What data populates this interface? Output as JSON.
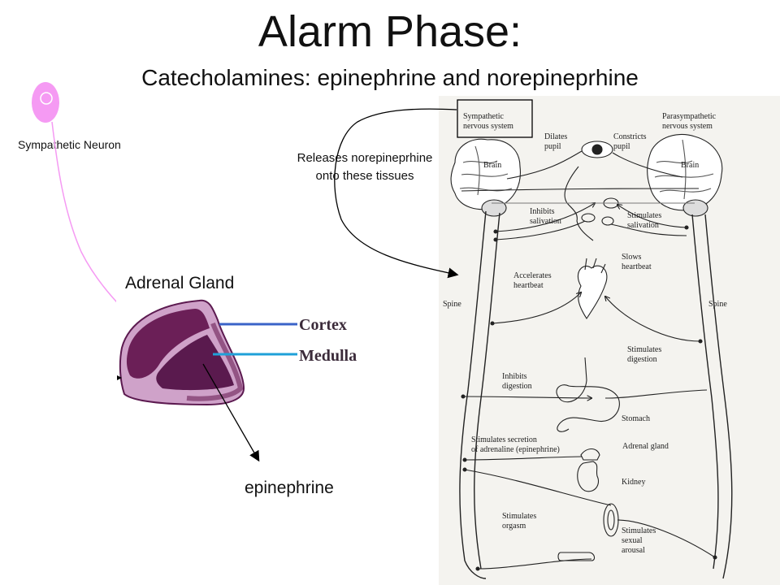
{
  "title": "Alarm Phase:",
  "subtitle": "Catecholamines: epinephrine and norepineprhine",
  "neuron": {
    "label": "Sympathetic Neuron"
  },
  "releases": {
    "line1": "Releases norepineprhine",
    "line2": "onto these tissues"
  },
  "adrenal": {
    "label": "Adrenal Gland",
    "cortex_label": "Cortex",
    "medulla_label": "Medulla",
    "output_label": "epinephrine"
  },
  "ans_diagram": {
    "sympathetic_box_line1": "Sympathetic",
    "sympathetic_box_line2": "nervous system",
    "parasympathetic_line1": "Parasympathetic",
    "parasympathetic_line2": "nervous system",
    "brain_left": "Brain",
    "brain_right": "Brain",
    "spine_left": "Spine",
    "spine_right": "Spine",
    "dilates_1": "Dilates",
    "dilates_2": "pupil",
    "constricts_1": "Constricts",
    "constricts_2": "pupil",
    "inhibits_sal_1": "Inhibits",
    "inhibits_sal_2": "salivation",
    "stim_sal_1": "Stimulates",
    "stim_sal_2": "salivation",
    "slows_1": "Slows",
    "slows_2": "heartbeat",
    "accel_1": "Accelerates",
    "accel_2": "heartbeat",
    "stim_dig_1": "Stimulates",
    "stim_dig_2": "digestion",
    "inhib_dig_1": "Inhibits",
    "inhib_dig_2": "digestion",
    "stomach": "Stomach",
    "secretion_1": "Stimulates secretion",
    "secretion_2": "of adrenaline (epinephrine)",
    "adrenal_gland": "Adrenal gland",
    "kidney": "Kidney",
    "orgasm_1": "Stimulates",
    "orgasm_2": "orgasm",
    "arousal_1": "Stimulates",
    "arousal_2": "sexual",
    "arousal_3": "arousal"
  },
  "colors": {
    "neuron": "#f59af3",
    "cortex": "#6b1f57",
    "medulla": "#5a1a4e",
    "cortex_line": "#3a63c8",
    "medulla_line": "#1fa0d8"
  }
}
